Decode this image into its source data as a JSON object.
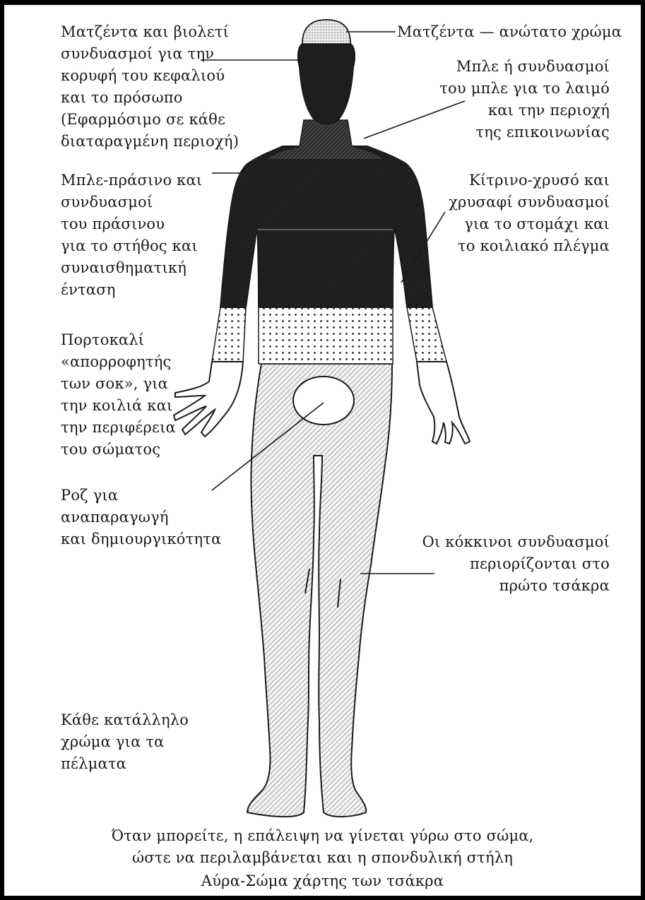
{
  "labels": {
    "crown_face": [
      "Ματζέντα και βιολετί",
      "συνδυασμοί για την",
      "κορυφή του κεφαλιού",
      "και το πρόσωπο",
      "(Εφαρμόσιμο σε κάθε",
      "διαταραγμένη περιοχή)"
    ],
    "top_of_head": [
      "Ματζέντα — ανώτατο χρώμα"
    ],
    "throat": [
      "Μπλε ή συνδυασμοί",
      "του μπλε για το λαιμό",
      "και την περιοχή",
      "της επικοινωνίας"
    ],
    "chest": [
      "Μπλε-πράσινο και",
      "συνδυασμοί",
      "του πράσινου",
      "για το στήθος και",
      "συναισθηματική",
      "ένταση"
    ],
    "stomach": [
      "Κίτρινο-χρυσό και",
      "χρυσαφί συνδυασμοί",
      "για το στομάχι και",
      "το κοιλιακό πλέγμα"
    ],
    "belly": [
      "Πορτοκαλί",
      "«απορροφητής",
      "των σοκ», για",
      "την κοιλιά και",
      "την περιφέρεια",
      "του σώματος"
    ],
    "reproduction": [
      "Ροζ για",
      "αναπαραγωγή",
      "και δημιουργικότητα"
    ],
    "root": [
      "Οι κόκκινοι συνδυασμοί",
      "περιορίζονται στο",
      "πρώτο τσάκρα"
    ],
    "feet": [
      "Κάθε κατάλληλο",
      "χρώμα για τα",
      "πέλματα"
    ]
  },
  "note": [
    "Όταν μπορείτε, η επάλειψη να γίνεται γύρω στο σώμα,",
    "ώστε να περιλαμβάνεται και η σπονδυλική στήλη"
  ],
  "caption": "Αύρα-Σώμα χάρτης των τσάκρα",
  "colors": {
    "ink": "#1a1a1a",
    "paper": "#ffffff",
    "dark_zone": "#1e1e1e",
    "light_hatch": "#6a6a6a"
  }
}
